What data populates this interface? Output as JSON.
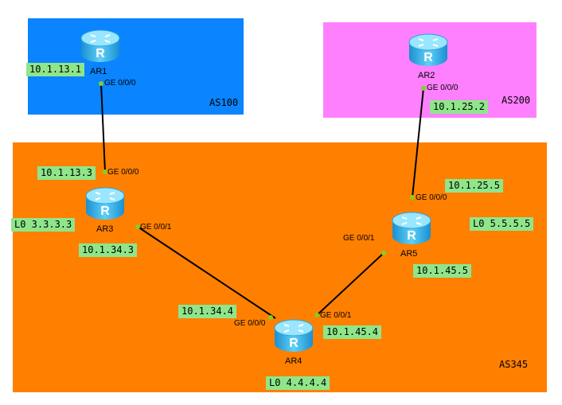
{
  "zones": {
    "as100": {
      "label": "AS100",
      "color": "#0a84ff"
    },
    "as200": {
      "label": "AS200",
      "color": "#ff80ff"
    },
    "as345": {
      "label": "AS345",
      "color": "#ff8000"
    }
  },
  "routers": {
    "ar1": {
      "name": "AR1",
      "icon": "router-icon"
    },
    "ar2": {
      "name": "AR2",
      "icon": "router-icon"
    },
    "ar3": {
      "name": "AR3",
      "icon": "router-icon"
    },
    "ar4": {
      "name": "AR4",
      "icon": "router-icon"
    },
    "ar5": {
      "name": "AR5",
      "icon": "router-icon"
    }
  },
  "addresses": {
    "ar1_ip": "10.1.13.1",
    "ar2_ip": "10.1.25.2",
    "ar3_ip_up": "10.1.13.3",
    "ar3_ip_down": "10.1.34.3",
    "ar3_loopback": "L0 3.3.3.3",
    "ar4_ip_left": "10.1.34.4",
    "ar4_ip_right": "10.1.45.4",
    "ar4_loopback": "L0 4.4.4.4",
    "ar5_ip_up": "10.1.25.5",
    "ar5_ip_down": "10.1.45.5",
    "ar5_loopback": "L0 5.5.5.5"
  },
  "ports": {
    "ar1_g000": "GE 0/0/0",
    "ar2_g000": "GE 0/0/0",
    "ar3_g000": "GE 0/0/0",
    "ar3_g001": "GE 0/0/1",
    "ar4_g000": "GE 0/0/0",
    "ar4_g001": "GE 0/0/1",
    "ar5_g000": "GE 0/0/0",
    "ar5_g001": "GE 0/0/1"
  },
  "colors": {
    "tag_bg": "#8fe68a",
    "port_dot": "#7ed321",
    "link": "#000000",
    "router_body": "#3fb6ea"
  }
}
